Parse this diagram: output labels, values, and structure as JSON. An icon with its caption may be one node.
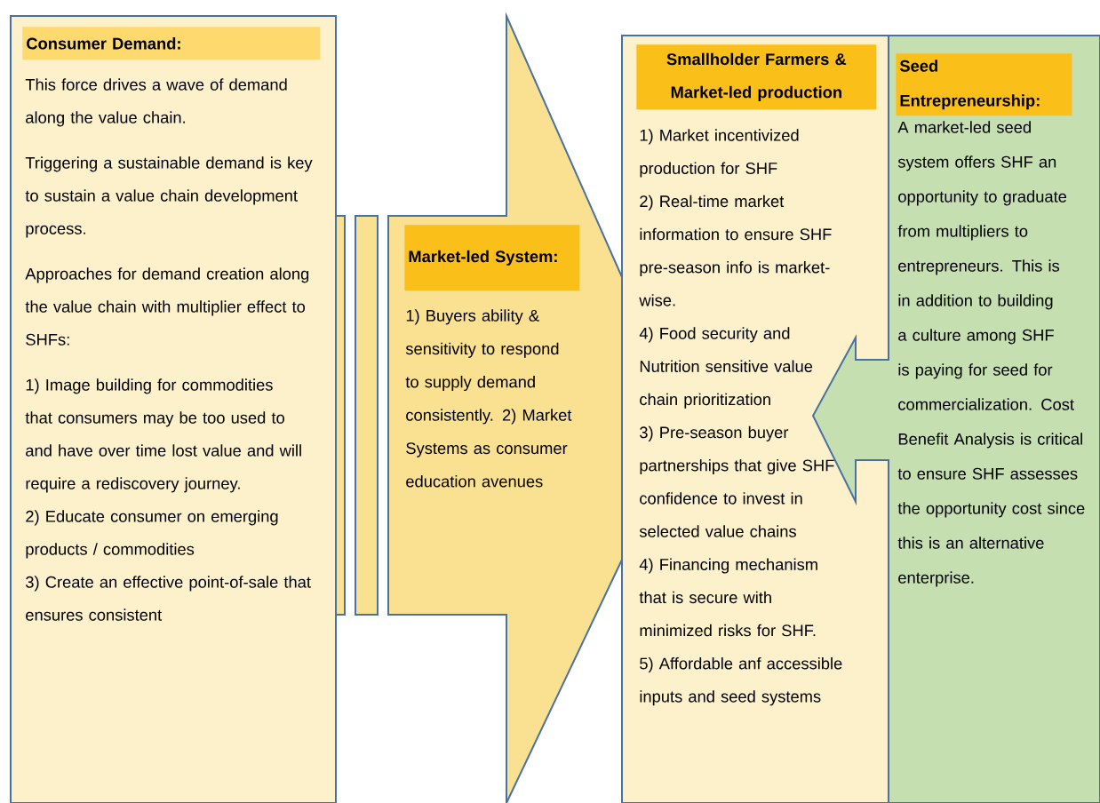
{
  "diagram": {
    "nodes": [
      {
        "text": [
          "Consumer Demand:",
          "This force drives a wave of demand along the value chain.",
          "Triggering a sustainable demand is key to sustain a value chain development process.",
          "Approaches for demand creation along the value chain with multiplier effect to SHFs:",
          "1) Image building for commodities that consumers may be too used to and have over time lost value and will require a rediscovery journey.",
          "2) Educate consumer on emerging products / commodities",
          "3) Create an effective point-of-sale that ensures consistent"
        ]
      },
      {
        "text": [],
        "shape": "bar"
      },
      {
        "text": [],
        "shape": "bar"
      },
      {
        "text": [
          "Market-led System:",
          "1) Buyers ability & sensitivity to respond to supply demand consistently.  2) Market Systems as consumer education avenues"
        ]
      },
      {
        "text": [
          "Smallholder Farmers & Market-led production",
          "1) Market incentivized production for SHF",
          "2) Real-time market information to ensure SHF pre-season info is market-wise.",
          "4) Food security and Nutrition sensitive value chain prioritization",
          "3) Pre-season buyer partnerships that give SHF confidence to invest in selected value chains",
          "4) Financing mechanism that is secure with minimized risks for SHF.",
          "5) Affordable anf accessible inputs and seed systems"
        ]
      },
      {
        "text": [
          "Seed Entrepreneurship:",
          "A market-led seed system offers SHF an opportunity to graduate from multipliers to entrepreneurs. This is in addition to building a culture among SHF is paying for seed for commercialization. Cost Benefit Analysis is critical to ensure SHF assesses the opportunity cost since this is an alternative enterprise."
        ]
      }
    ]
  }
}
